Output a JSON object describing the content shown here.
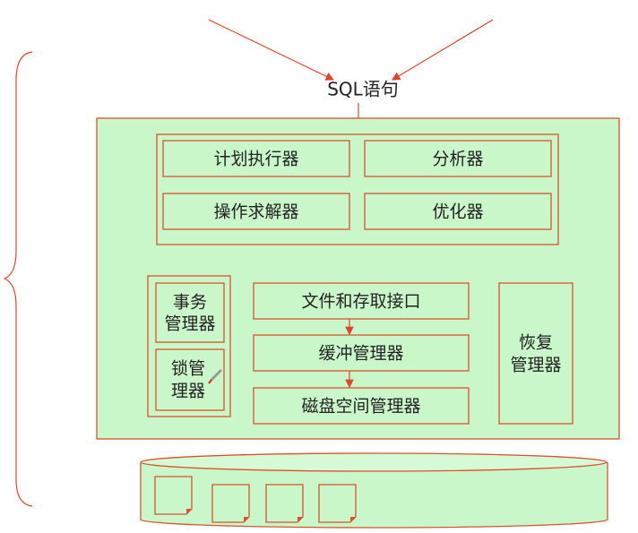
{
  "input": "SQL语句",
  "query_processor": {
    "plan_executor": "计划执行器",
    "parser": "分析器",
    "operator_evaluator": "操作求解器",
    "optimizer": "优化器"
  },
  "transaction_manager": [
    "事务",
    "管理器"
  ],
  "lock_manager": [
    "锁管",
    "理器"
  ],
  "storage": {
    "file_access": "文件和存取接口",
    "buffer_manager": "缓冲管理器",
    "disk_space_manager": "磁盘空间管理器"
  },
  "recovery_manager": [
    "恢复",
    "管理器"
  ],
  "colors": {
    "fill": "#c9f7c9",
    "stroke": "#d9532f"
  }
}
